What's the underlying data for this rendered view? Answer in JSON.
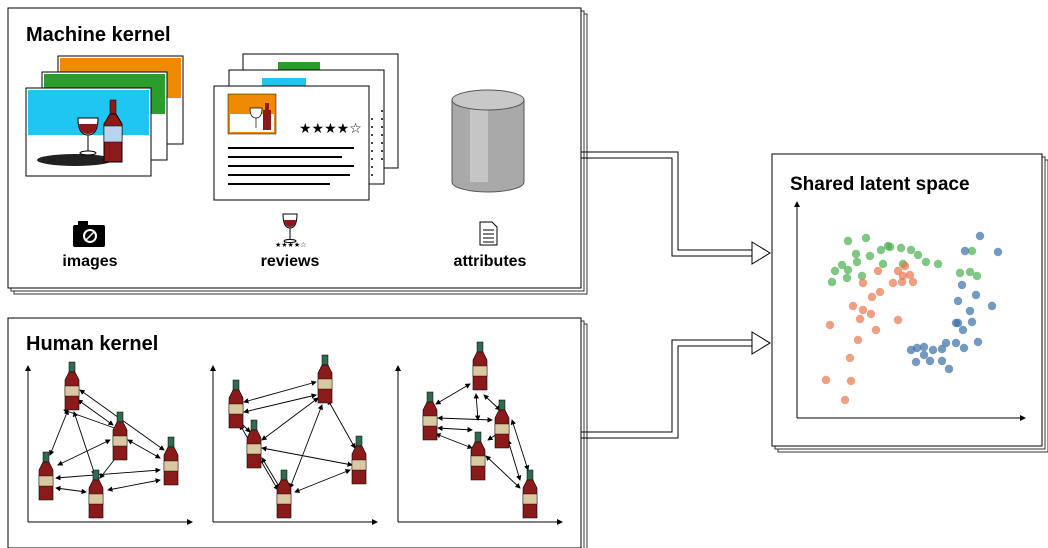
{
  "panels": {
    "machine": {
      "title": "Machine kernel",
      "sources": {
        "images": "images",
        "reviews": "reviews",
        "attributes": "attributes"
      },
      "review_rating": "★★★★☆",
      "review_icon_rating": "★★★★☆"
    },
    "human": {
      "title": "Human kernel"
    },
    "latent": {
      "title": "Shared latent space"
    }
  },
  "colors": {
    "green": "#4caf50",
    "orange": "#e8774f",
    "blue": "#3a6fa6",
    "wine": "#8b1a1a",
    "bottle_green": "#2e6b4f"
  },
  "icons": [
    "camera-icon",
    "wine-glass-icon",
    "document-icon",
    "database-icon",
    "bottle-icon"
  ],
  "scatter": {
    "green": [
      [
        848,
        241
      ],
      [
        866,
        238
      ],
      [
        881,
        250
      ],
      [
        890,
        247
      ],
      [
        901,
        248
      ],
      [
        911,
        250
      ],
      [
        926,
        262
      ],
      [
        938,
        264
      ],
      [
        835,
        271
      ],
      [
        842,
        265
      ],
      [
        848,
        270
      ],
      [
        857,
        262
      ],
      [
        832,
        282
      ],
      [
        862,
        276
      ],
      [
        870,
        256
      ],
      [
        888,
        246
      ],
      [
        972,
        251
      ],
      [
        970,
        272
      ],
      [
        918,
        255
      ],
      [
        903,
        264
      ],
      [
        856,
        254
      ],
      [
        847,
        278
      ],
      [
        883,
        264
      ],
      [
        960,
        273
      ],
      [
        977,
        276
      ]
    ],
    "orange": [
      [
        878,
        271
      ],
      [
        898,
        271
      ],
      [
        903,
        276
      ],
      [
        910,
        275
      ],
      [
        902,
        282
      ],
      [
        893,
        283
      ],
      [
        863,
        283
      ],
      [
        880,
        292
      ],
      [
        872,
        297
      ],
      [
        853,
        306
      ],
      [
        863,
        310
      ],
      [
        871,
        314
      ],
      [
        860,
        319
      ],
      [
        830,
        325
      ],
      [
        876,
        330
      ],
      [
        898,
        320
      ],
      [
        858,
        340
      ],
      [
        850,
        358
      ],
      [
        851,
        381
      ],
      [
        826,
        380
      ],
      [
        845,
        400
      ],
      [
        913,
        282
      ],
      [
        905,
        266
      ]
    ],
    "blue": [
      [
        980,
        236
      ],
      [
        965,
        251
      ],
      [
        998,
        252
      ],
      [
        962,
        285
      ],
      [
        958,
        301
      ],
      [
        976,
        295
      ],
      [
        992,
        306
      ],
      [
        970,
        311
      ],
      [
        958,
        323
      ],
      [
        963,
        330
      ],
      [
        972,
        322
      ],
      [
        978,
        342
      ],
      [
        956,
        343
      ],
      [
        964,
        348
      ],
      [
        946,
        343
      ],
      [
        933,
        350
      ],
      [
        924,
        347
      ],
      [
        911,
        350
      ],
      [
        916,
        362
      ],
      [
        930,
        361
      ],
      [
        942,
        361
      ],
      [
        924,
        355
      ],
      [
        917,
        348
      ],
      [
        956,
        323
      ],
      [
        949,
        369
      ],
      [
        942,
        349
      ]
    ]
  }
}
